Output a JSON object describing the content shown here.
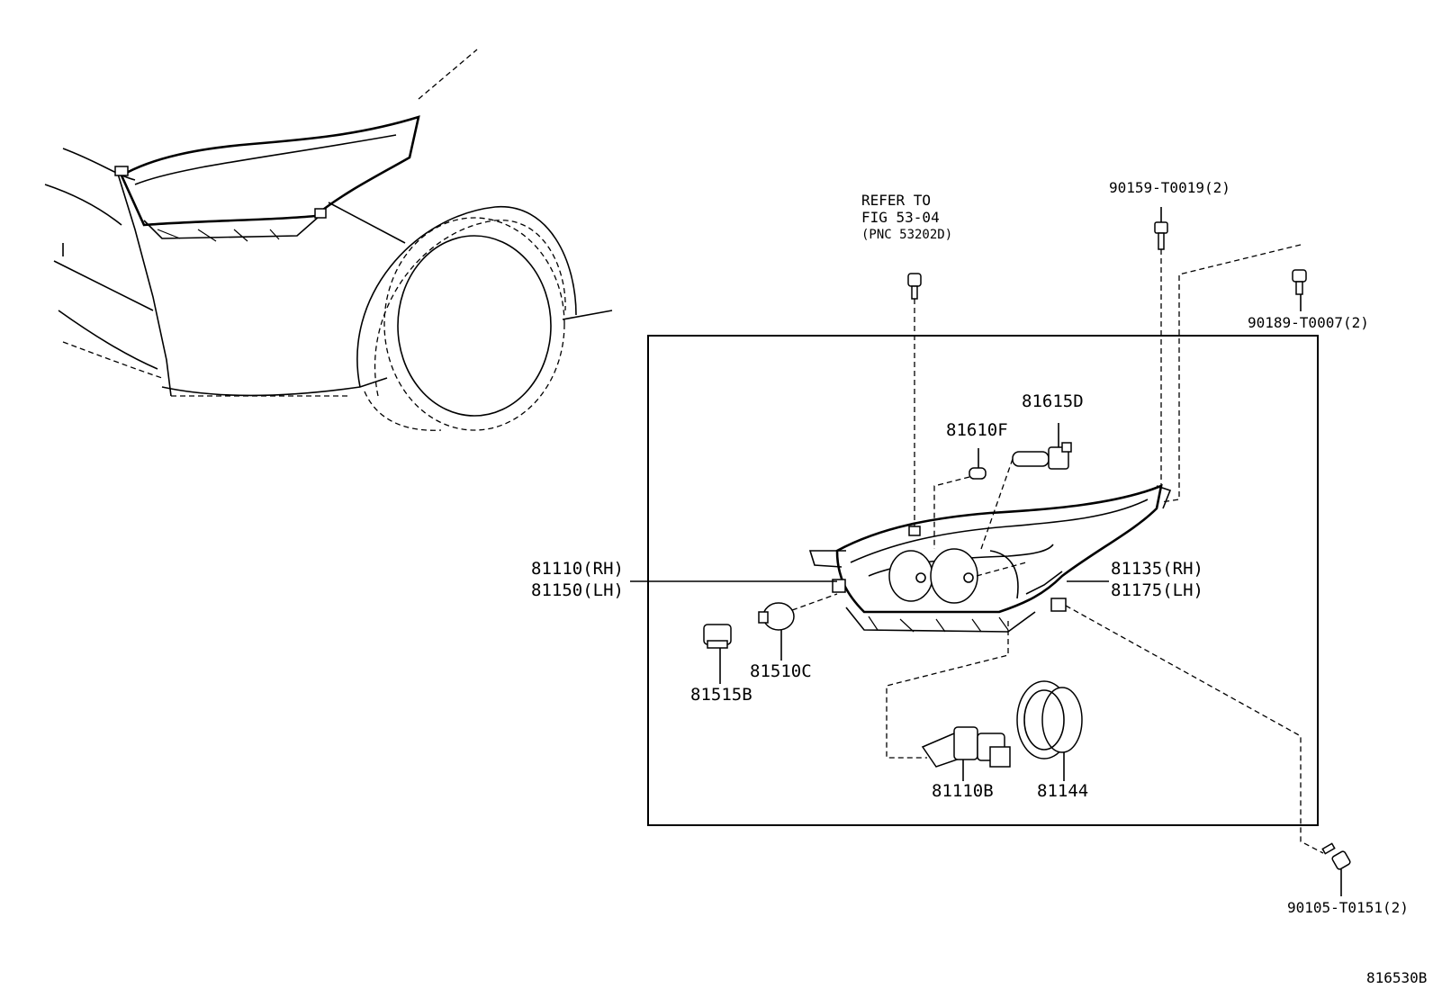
{
  "labels": {
    "refer_line1": "REFER TO",
    "refer_line2": "FIG 53-04",
    "refer_line3": "(PNC 53202D)",
    "screw_top": "90159-T0019(2)",
    "bolt_top_right": "90189-T0007(2)",
    "part_81615D": "81615D",
    "part_81610F": "81610F",
    "housing_rh": "81110(RH)",
    "housing_lh": "81150(LH)",
    "unit_rh": "81135(RH)",
    "unit_lh": "81175(LH)",
    "part_81510C": "81510C",
    "part_81515B": "81515B",
    "part_81110B": "81110B",
    "part_81144": "81144",
    "bolt_bottom_right": "90105-T0151(2)",
    "figure_code": "816530B"
  }
}
